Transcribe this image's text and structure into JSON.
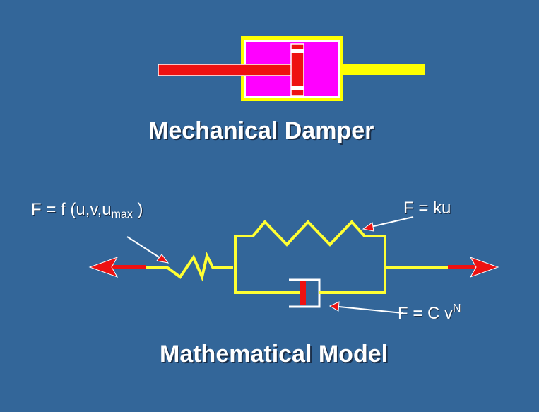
{
  "titles": {
    "mechanical": "Mechanical  Damper",
    "mathematical": "Mathematical  Model"
  },
  "formulas": {
    "nonlinear_spring": {
      "prefix": "F = f (u,v,u",
      "sub": "max",
      "suffix": " )"
    },
    "linear_spring": {
      "text": "F = ku"
    },
    "dashpot": {
      "prefix": "F = C v",
      "sup": "N"
    }
  },
  "colors": {
    "background": "#336699",
    "cylinder_outer": "#ffff00",
    "cylinder_inner": "#ff00ff",
    "piston": "#ee1111",
    "model_lines": "#ffff33",
    "force_arrows": "#ee1111",
    "pointer_arrows": "#ffffff",
    "text": "#ffffff"
  },
  "icons": {
    "force_arrow_left": "arrow-left-icon",
    "force_arrow_right": "arrow-right-icon",
    "pointer_arrow": "pointer-arrow-icon"
  }
}
